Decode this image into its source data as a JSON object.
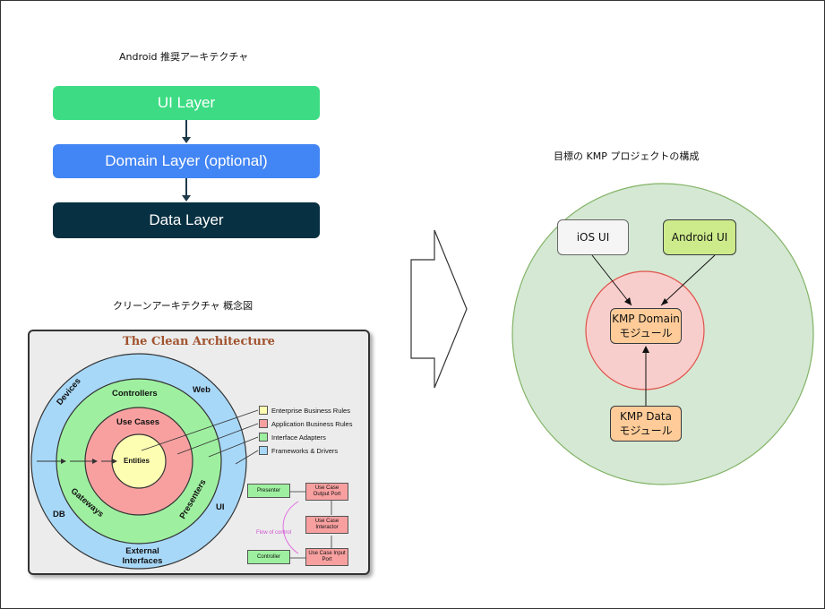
{
  "android_section": {
    "title": "Android 推奨アーキテクチャ",
    "layers": [
      {
        "label": "UI Layer",
        "color": "#3ddc84"
      },
      {
        "label": "Domain Layer (optional)",
        "color": "#4285f4"
      },
      {
        "label": "Data Layer",
        "color": "#073042"
      }
    ]
  },
  "clean_section": {
    "title": "クリーンアーキテクチャ 概念図",
    "image_title": "The Clean Architecture",
    "rings": {
      "outer": [
        "Devices",
        "Web",
        "DB",
        "UI",
        "External Interfaces"
      ],
      "green": [
        "Controllers",
        "Gateways",
        "Presenters"
      ],
      "red": "Use Cases",
      "center": "Entities"
    },
    "legend": [
      {
        "label": "Enterprise Business Rules",
        "color": "#fefeb3"
      },
      {
        "label": "Application Business Rules",
        "color": "#f8a0a0"
      },
      {
        "label": "Interface Adapters",
        "color": "#9ef0a0"
      },
      {
        "label": "Frameworks & Drivers",
        "color": "#a8d8f8"
      }
    ],
    "flow": {
      "presenter": "Presenter",
      "output_port": "Use Case Output Port",
      "interactor": "Use Case Interactor",
      "controller": "Controller",
      "input_port": "Use Case Input Port",
      "flow_label": "Flow of control"
    }
  },
  "kmp_section": {
    "title": "目標の KMP プロジェクトの構成",
    "ios_ui": "iOS UI",
    "android_ui": "Android UI",
    "domain_module": "KMP Domain\nモジュール",
    "data_module": "KMP Data\nモジュール"
  },
  "colors": {
    "outer_circle_fill": "#d5e8d4",
    "outer_circle_stroke": "#82b366",
    "inner_circle_fill": "#f8cecc",
    "inner_circle_stroke": "#e0504a",
    "module_fill": "#ffcc99",
    "ios_fill": "#f5f5f5",
    "android_fill": "#cdeb8b"
  }
}
